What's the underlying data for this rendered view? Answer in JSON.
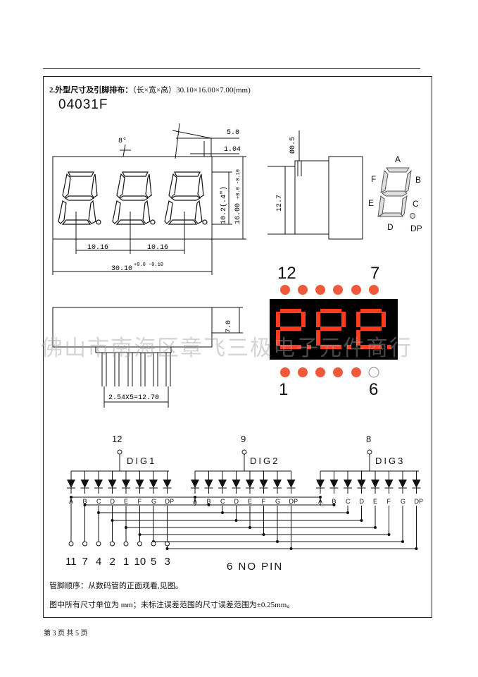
{
  "header": {
    "section_prefix": "2.外型尺寸及引脚排布：",
    "section_detail": "（长×宽×高）30.10×16.00×7.00(mm)",
    "model": "04031F"
  },
  "drawing": {
    "angle": "8°",
    "dim_top_1": "5.8",
    "dim_top_2": "1.04",
    "dim_char_height": "10.2(.4\")",
    "dim_height_main": "16.00",
    "dim_height_tol": "+0.0 -0.10",
    "dim_pitch_1": "10.16",
    "dim_pitch_2": "10.16",
    "dim_length": "30.10",
    "dim_length_tol": "+0.0 -0.10",
    "dim_pin_dia": "Ø0.5",
    "dim_side_height": "12.7",
    "dim_depth": "7.0",
    "dim_pin_span": "2.54X5=12.70",
    "seg_labels": {
      "a": "A",
      "b": "B",
      "c": "C",
      "d": "D",
      "e": "E",
      "f": "F",
      "dp": "DP"
    }
  },
  "pinout": {
    "top_left": "12",
    "top_right": "7",
    "bottom_left": "1",
    "bottom_right": "6"
  },
  "circuit": {
    "digits": [
      {
        "pin": "12",
        "label": "DIG1"
      },
      {
        "pin": "9",
        "label": "DIG2"
      },
      {
        "pin": "8",
        "label": "DIG3"
      }
    ],
    "segments": [
      "A",
      "B",
      "C",
      "D",
      "E",
      "F",
      "G",
      "DP"
    ],
    "pin_numbers": [
      "11",
      "7",
      "4",
      "2",
      "1",
      "10",
      "5",
      "3"
    ],
    "no_pin": "6 NO PIN"
  },
  "notes": {
    "order": "管脚顺序：从数码管的正面观看,见图。",
    "tolerance": "图中所有尺寸单位为 mm；未标注误差范围的尺寸误差范围为±0.25mm。"
  },
  "footer": "第 3 页 共 5 页",
  "watermark": "佛山市南海区章飞三极电子元件商行",
  "colors": {
    "led_red": "#ff3b1f",
    "pad_red": "#f05a3a",
    "display_bg": "#000000"
  }
}
